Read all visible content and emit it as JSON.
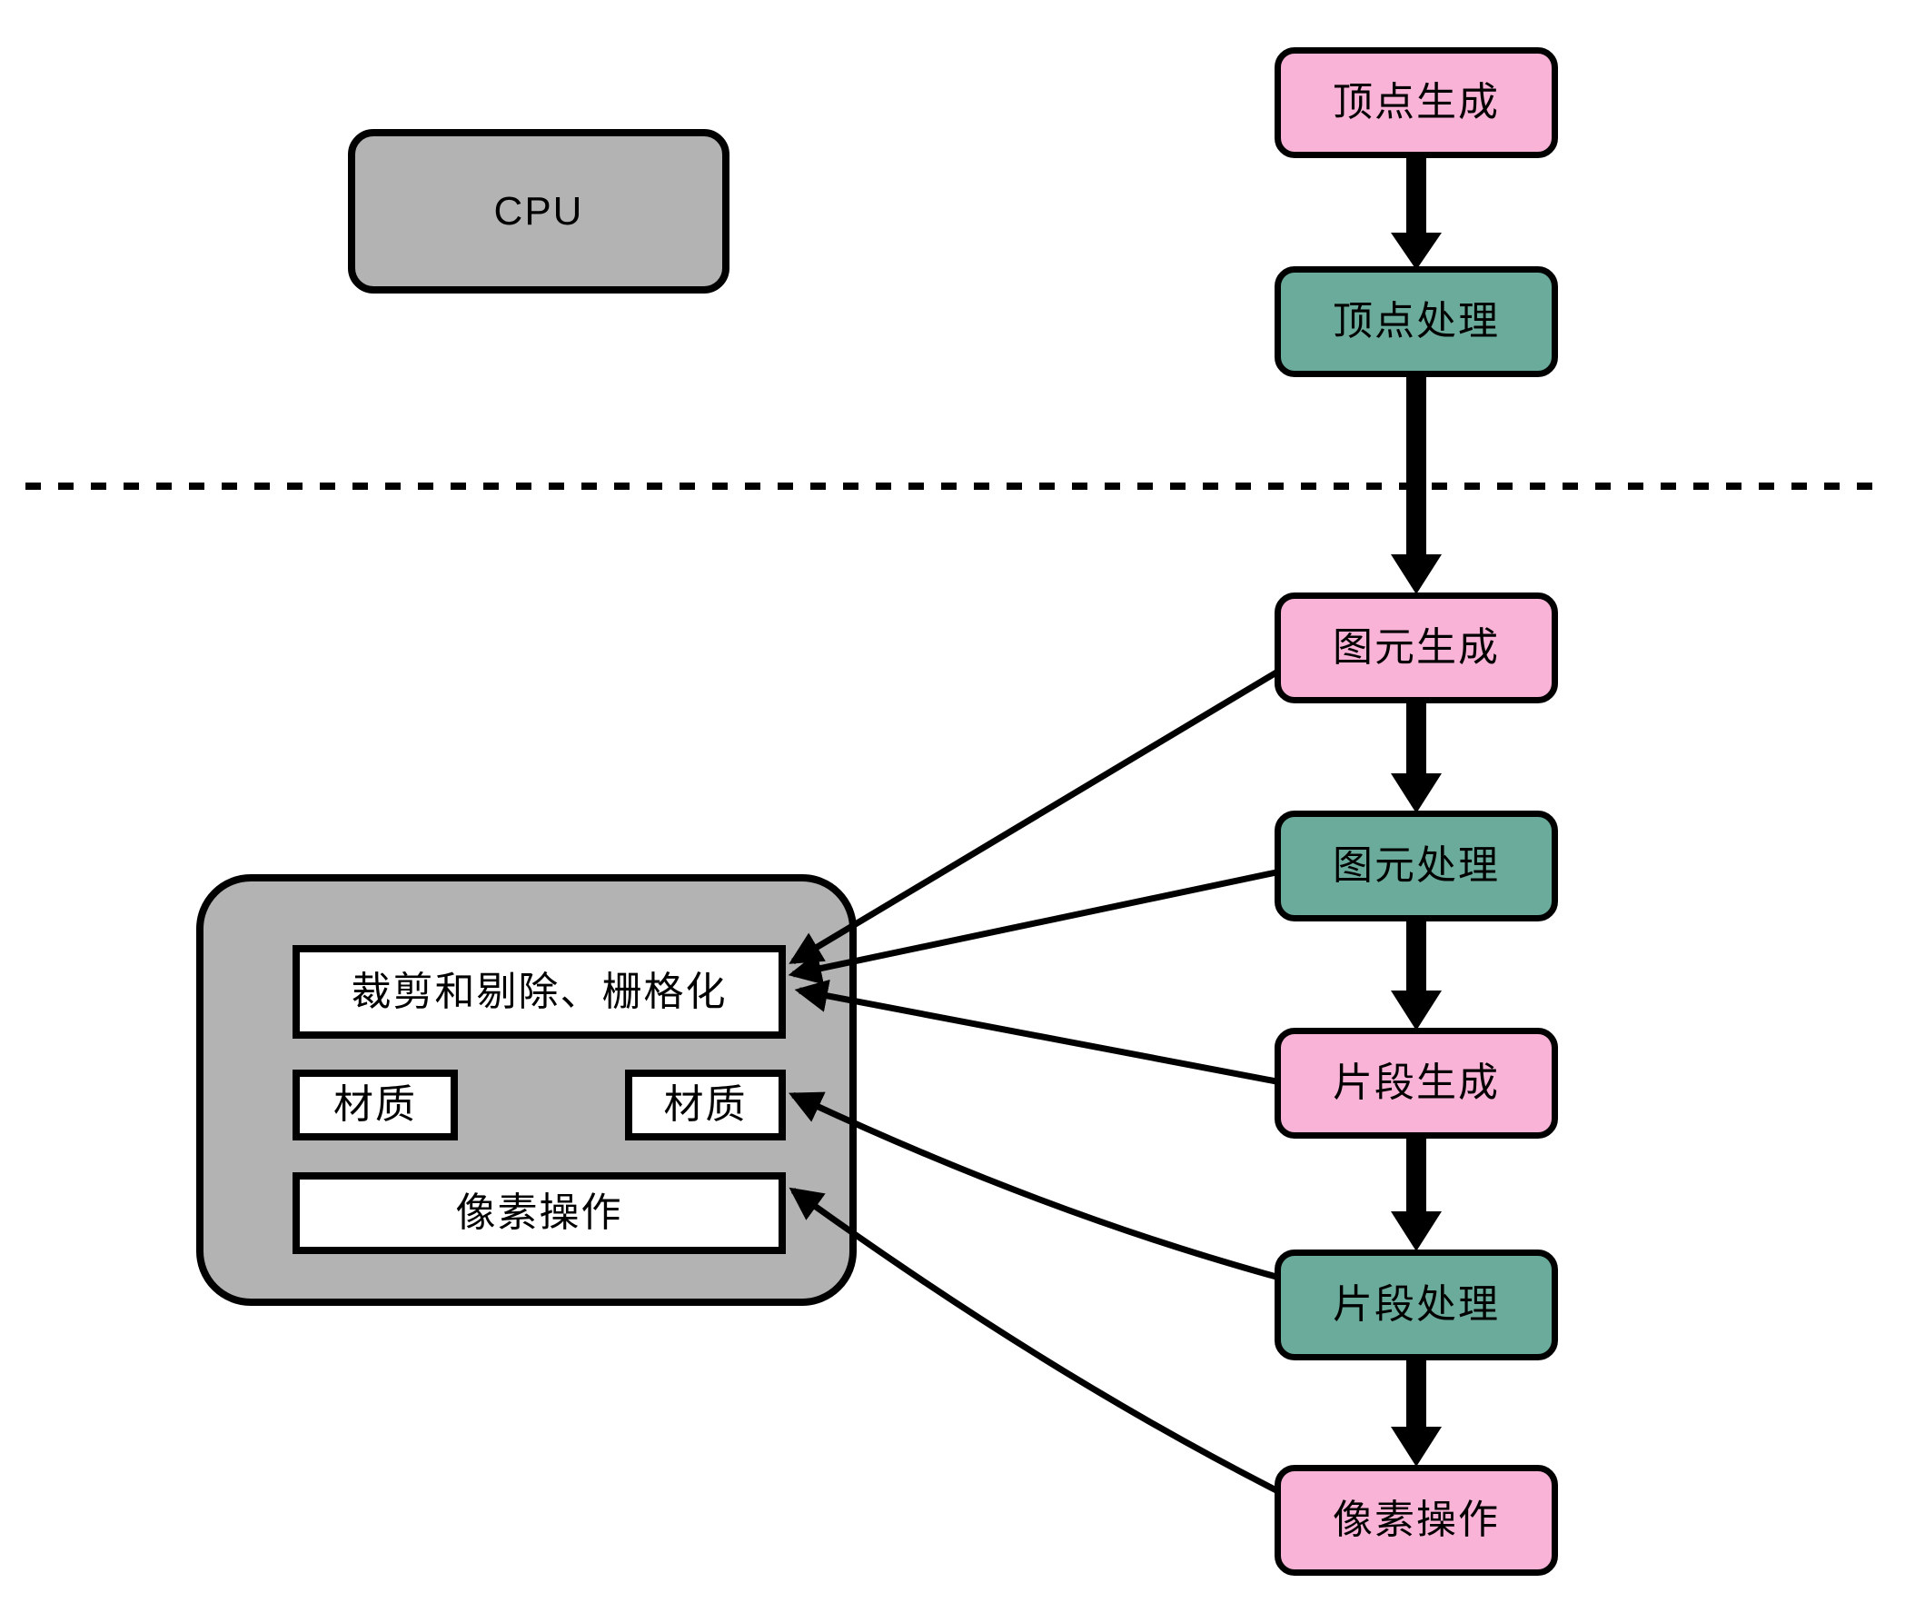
{
  "colors": {
    "pink": "#F8B3D7",
    "teal": "#6BAB9C",
    "gray": "#B3B3B3",
    "white_box": "#FFFFFF",
    "line": "#000000",
    "background": "#FFFFFF"
  },
  "cpu": {
    "label": "CPU"
  },
  "gpu": {
    "clip_raster": {
      "label": "裁剪和剔除、栅格化"
    },
    "texture_left": {
      "label": "材质"
    },
    "texture_right": {
      "label": "材质"
    },
    "pixel_ops": {
      "label": "像素操作"
    }
  },
  "pipeline": {
    "stages": [
      {
        "id": "vertex-generation",
        "label": "顶点生成",
        "color": "pink"
      },
      {
        "id": "vertex-processing",
        "label": "顶点处理",
        "color": "teal"
      },
      {
        "id": "primitive-generation",
        "label": "图元生成",
        "color": "pink"
      },
      {
        "id": "primitive-processing",
        "label": "图元处理",
        "color": "teal"
      },
      {
        "id": "fragment-generation",
        "label": "片段生成",
        "color": "pink"
      },
      {
        "id": "fragment-processing",
        "label": "片段处理",
        "color": "teal"
      },
      {
        "id": "pixel-operations",
        "label": "像素操作",
        "color": "pink"
      }
    ],
    "flow": [
      "顶点生成→顶点处理",
      "顶点处理→图元生成",
      "图元生成→图元处理",
      "图元处理→片段生成",
      "片段生成→片段处理",
      "片段处理→像素操作"
    ]
  },
  "mappings": [
    {
      "from": "图元生成",
      "to": "裁剪和剔除、栅格化"
    },
    {
      "from": "图元处理",
      "to": "裁剪和剔除、栅格化"
    },
    {
      "from": "片段生成",
      "to": "裁剪和剔除、栅格化"
    },
    {
      "from": "片段处理",
      "to": "材质"
    },
    {
      "from": "像素操作",
      "to": "像素操作"
    }
  ],
  "divider": {
    "meaning": "CPU / GPU boundary",
    "style": "dashed"
  }
}
